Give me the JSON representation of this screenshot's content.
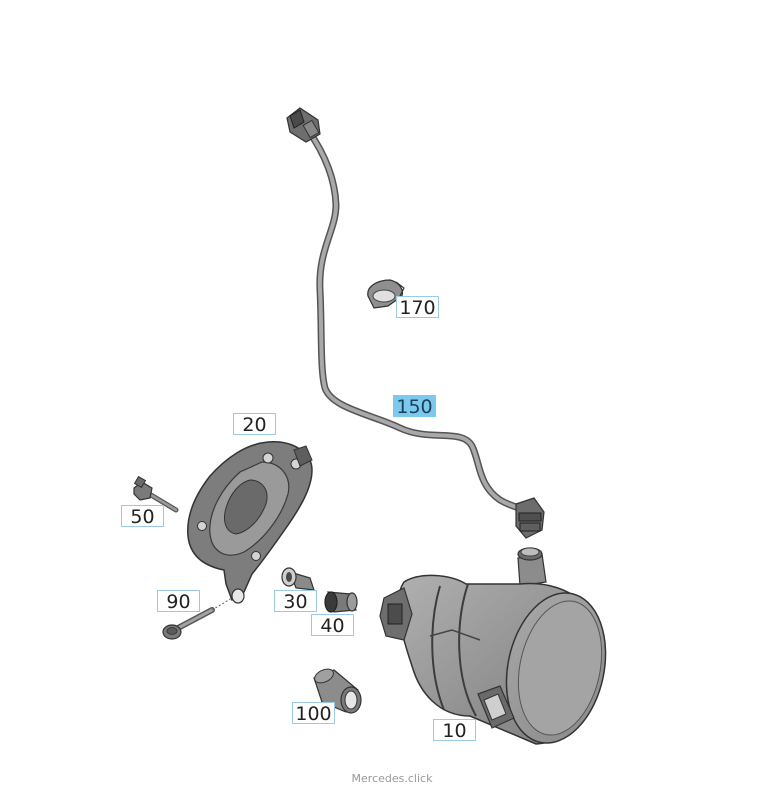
{
  "diagram": {
    "callouts": [
      {
        "id": "170",
        "text": "170",
        "selected": false
      },
      {
        "id": "150",
        "text": "150",
        "selected": true
      },
      {
        "id": "20",
        "text": "20",
        "selected": false
      },
      {
        "id": "50",
        "text": "50",
        "selected": false
      },
      {
        "id": "90",
        "text": "90",
        "selected": false
      },
      {
        "id": "30",
        "text": "30",
        "selected": false
      },
      {
        "id": "40",
        "text": "40",
        "selected": false
      },
      {
        "id": "100",
        "text": "100",
        "selected": false
      },
      {
        "id": "10",
        "text": "10",
        "selected": false
      }
    ]
  },
  "footer": {
    "text": "Mercedes.click"
  },
  "colors": {
    "part_fill": "#8e8e8e",
    "part_dark": "#5a5a5a",
    "part_light": "#b5b5b5",
    "callout_border": "#9cc9e6",
    "callout_selected": "#7cc9ee"
  }
}
